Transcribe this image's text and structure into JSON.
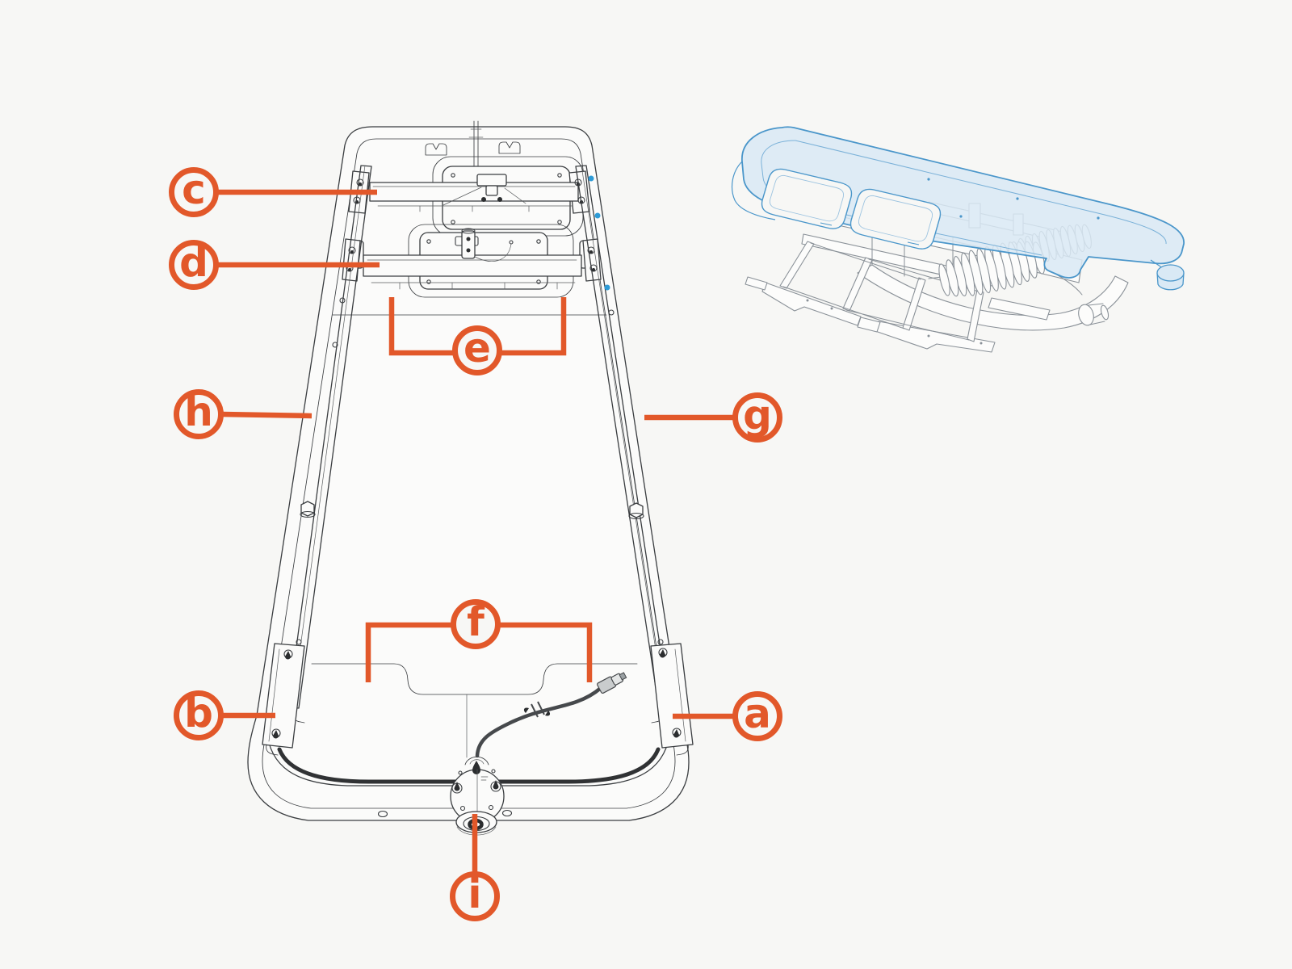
{
  "figure": {
    "type": "labeled-parts-diagram",
    "description_visible_text": "",
    "callouts": {
      "a": "a",
      "b": "b",
      "c": "c",
      "d": "d",
      "e": "e",
      "f": "f",
      "g": "g",
      "h": "h",
      "i": "i"
    }
  },
  "colors": {
    "accent_orange": "#E2582A",
    "drawing_line": "#3A3D40",
    "background": "#F7F7F5",
    "highlight_blue_fill": "#D9E9F5",
    "highlight_blue_stroke": "#4A96CA",
    "fastener_blue": "#2E9BD6",
    "inset_line_gray": "#8A9198"
  }
}
